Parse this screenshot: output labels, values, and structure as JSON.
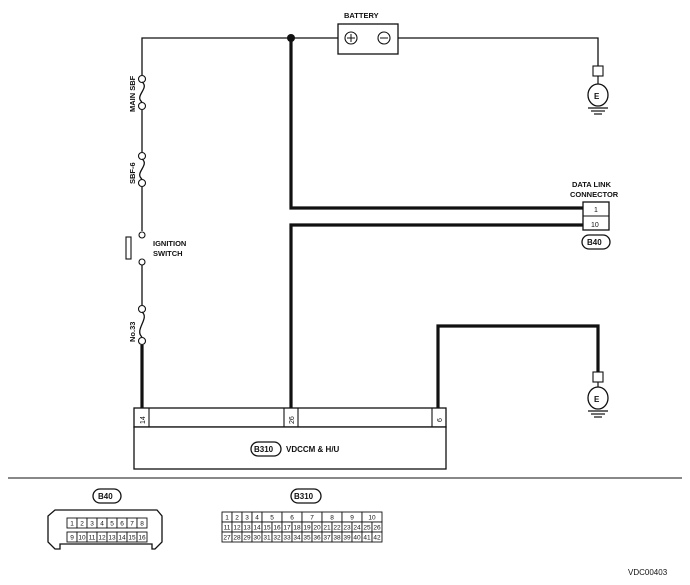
{
  "labels": {
    "battery": "BATTERY",
    "main_sbf": "MAIN SBF",
    "sbf6": "SBF-6",
    "ignition_line1": "IGNITION",
    "ignition_line2": "SWITCH",
    "fuse33": "No.33",
    "dlc_line1": "DATA LINK",
    "dlc_line2": "CONNECTOR",
    "dlc_pin_top": "1",
    "dlc_pin_bottom": "10",
    "dlc_tag": "B40",
    "ground": "E",
    "ground2": "E",
    "module_tag": "B310",
    "module_name": "VDCCM & H/U",
    "pin_14": "14",
    "pin_26": "26",
    "pin_6": "6",
    "figure_code": "VDC00403"
  },
  "b40_connector": {
    "tag": "B40",
    "rows": [
      [
        "1",
        "2",
        "3",
        "4",
        "5",
        "6",
        "7",
        "8"
      ],
      [
        "9",
        "10",
        "11",
        "12",
        "13",
        "14",
        "15",
        "16"
      ]
    ]
  },
  "b310_connector": {
    "tag": "B310",
    "row1": [
      "1",
      "2",
      "3",
      "4",
      "5",
      "6",
      "7",
      "8",
      "9",
      "10"
    ],
    "row2": [
      "11",
      "12",
      "13",
      "14",
      "15",
      "16",
      "17",
      "18",
      "19",
      "20",
      "21",
      "22",
      "23",
      "24",
      "25",
      "26"
    ],
    "row3": [
      "27",
      "28",
      "29",
      "30",
      "31",
      "32",
      "33",
      "34",
      "35",
      "36",
      "37",
      "38",
      "39",
      "40",
      "41",
      "42"
    ]
  }
}
